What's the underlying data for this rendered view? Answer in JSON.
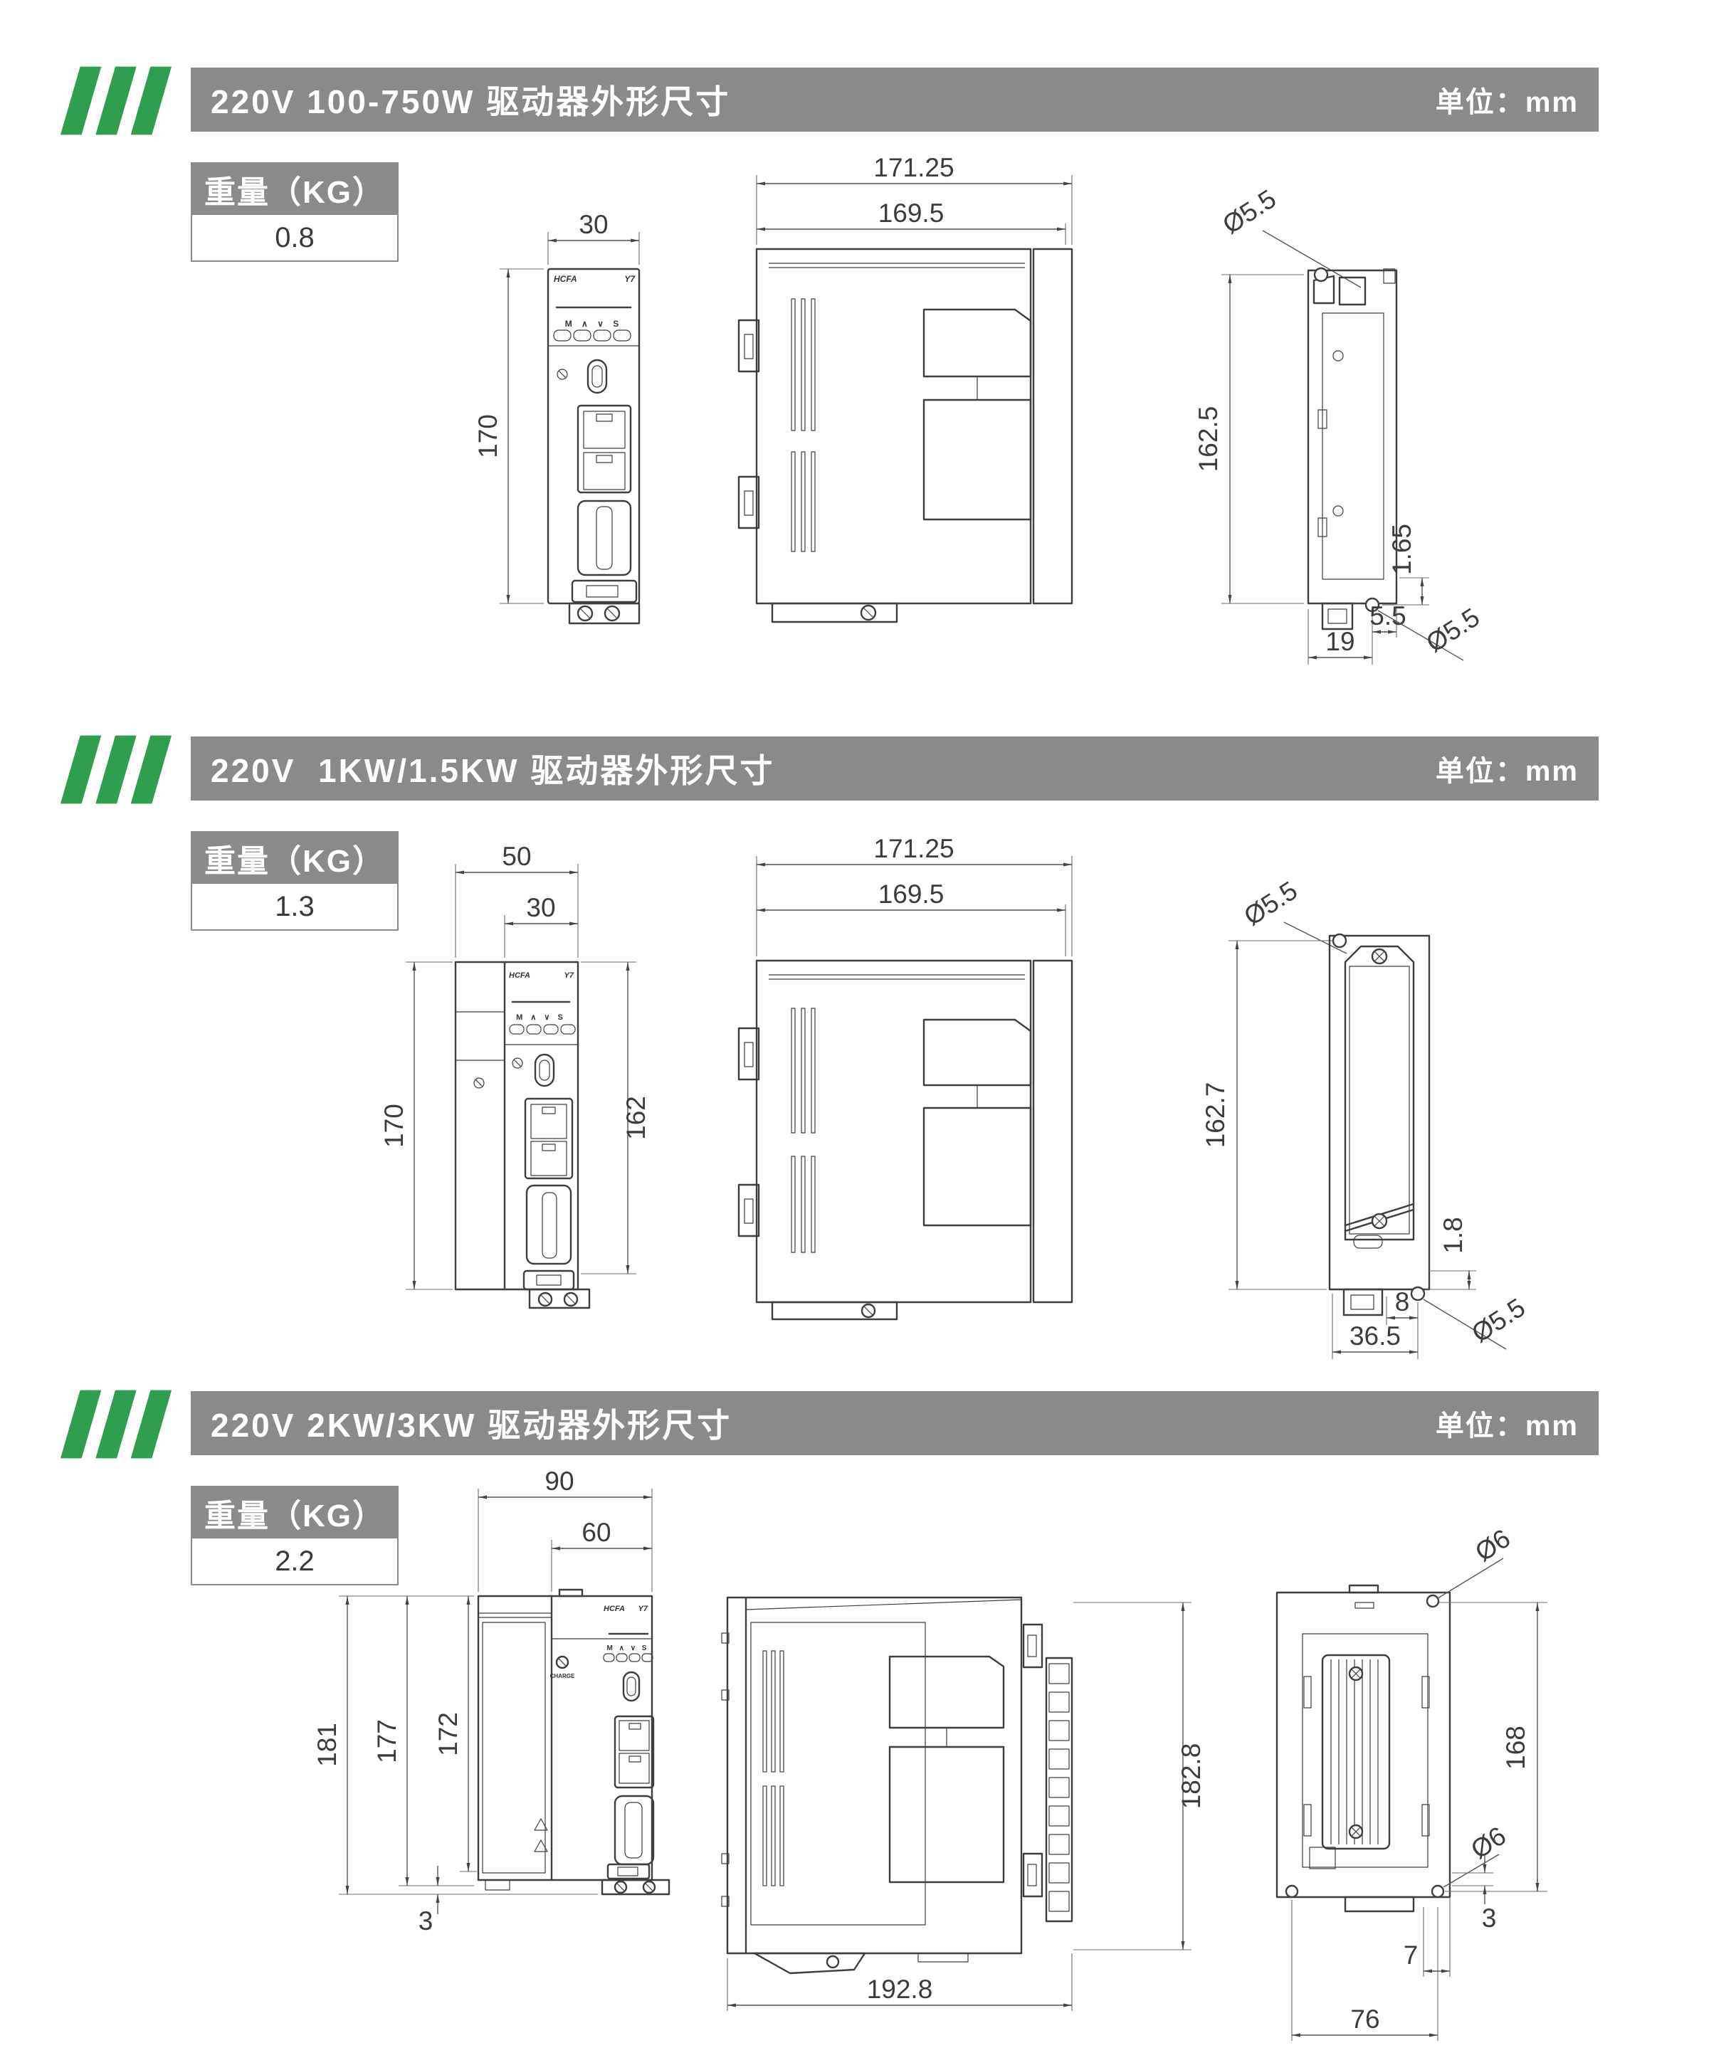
{
  "unit_label": "单位：mm",
  "weight_header": "重量（KG）",
  "device_panel": {
    "brand": "HCFA",
    "model": "Y7",
    "keys": "M ∧ ∨ S",
    "charge": "CHARGE"
  },
  "colors": {
    "accent_green": "#2f9e4e",
    "header_grey": "#8a8a8a"
  },
  "sections": [
    {
      "title": "220V 100-750W 驱动器外形尺寸",
      "weight": "0.8",
      "dims": {
        "front_width": "30",
        "front_height": "170",
        "side_width_outer": "171.25",
        "side_width_inner": "169.5",
        "rear_hole_top": "Ø5.5",
        "rear_height": "162.5",
        "rear_thickness": "1.65",
        "rear_offset_x": "5.5",
        "rear_hole_bottom": "Ø5.5",
        "rear_offset_left": "19"
      }
    },
    {
      "title": "220V  1KW/1.5KW 驱动器外形尺寸",
      "weight": "1.3",
      "dims": {
        "front_width_outer": "50",
        "front_width_inner": "30",
        "front_height_left": "170",
        "front_height_right": "162",
        "side_width_outer": "171.25",
        "side_width_inner": "169.5",
        "rear_hole_top": "Ø5.5",
        "rear_height": "162.7",
        "rear_thickness": "1.8",
        "rear_offset_x": "8",
        "rear_width": "36.5",
        "rear_hole_bottom": "Ø5.5"
      }
    },
    {
      "title": "220V 2KW/3KW 驱动器外形尺寸",
      "weight": "2.2",
      "dims": {
        "front_width_outer": "90",
        "front_width_inner": "60",
        "front_height_1": "181",
        "front_height_2": "177",
        "front_height_3": "172",
        "front_offset_bottom": "3",
        "side_width": "192.8",
        "side_height": "182.8",
        "rear_hole_top": "Ø6",
        "rear_height": "168",
        "rear_hole_bottom": "Ø6",
        "rear_offset_bottom": "3",
        "rear_offset_x": "7",
        "rear_width": "76"
      }
    }
  ]
}
